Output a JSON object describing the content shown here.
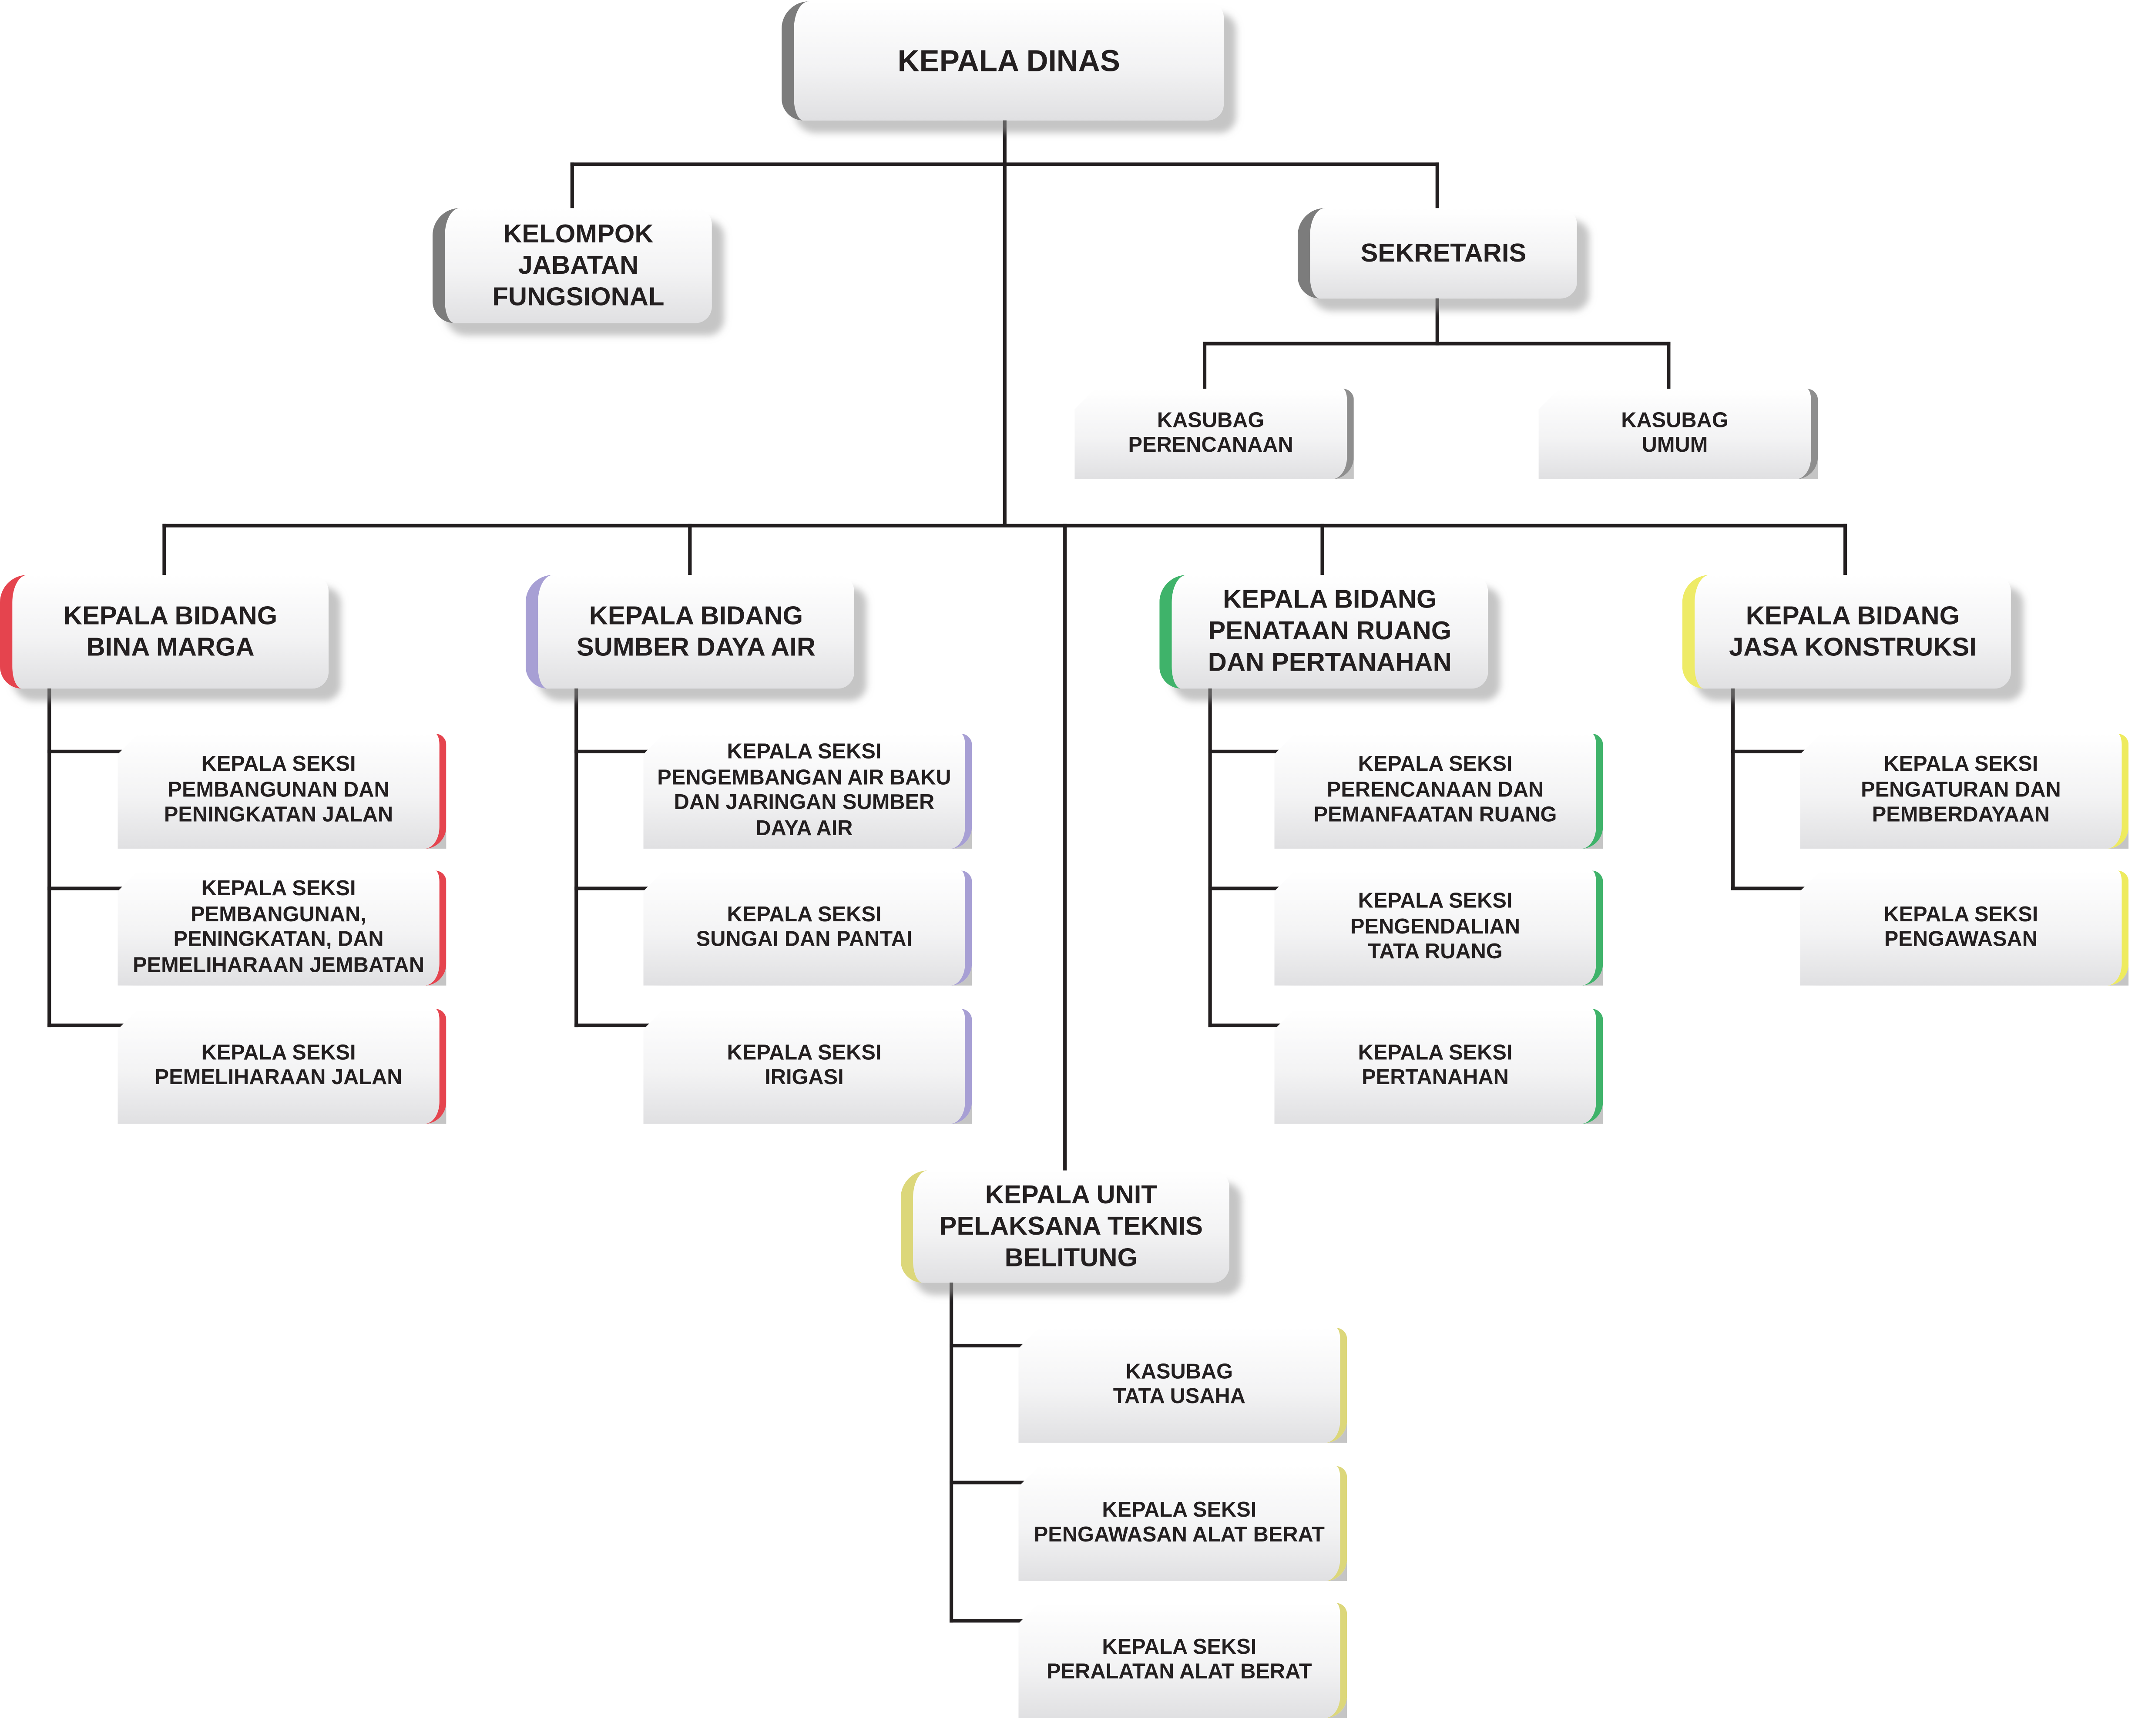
{
  "org_chart": {
    "kepala_dinas": "KEPALA DINAS",
    "kelompok_jabatan_fungsional": "KELOMPOK\nJABATAN\nFUNGSIONAL",
    "sekretaris": "SEKRETARIS",
    "kasubag_perencanaan": "KASUBAG\nPERENCANAAN",
    "kasubag_umum": "KASUBAG\nUMUM",
    "bidang_bina_marga": {
      "title": "KEPALA BIDANG\nBINA MARGA",
      "color": "#e5444e",
      "sections": [
        "KEPALA SEKSI\nPEMBANGUNAN DAN\nPENINGKATAN JALAN",
        "KEPALA SEKSI\nPEMBANGUNAN,\nPENINGKATAN, DAN\nPEMELIHARAAN JEMBATAN",
        "KEPALA SEKSI\nPEMELIHARAAN JALAN"
      ]
    },
    "bidang_sumber_daya_air": {
      "title": "KEPALA BIDANG\nSUMBER DAYA AIR",
      "color": "#a79fd4",
      "sections": [
        "KEPALA SEKSI\nPENGEMBANGAN AIR BAKU\nDAN JARINGAN SUMBER\nDAYA AIR",
        "KEPALA SEKSI\nSUNGAI DAN PANTAI",
        "KEPALA SEKSI\nIRIGASI"
      ]
    },
    "bidang_penataan_ruang": {
      "title": "KEPALA BIDANG\nPENATAAN RUANG\nDAN PERTANAHAN",
      "color": "#3fb36a",
      "sections": [
        "KEPALA SEKSI\nPERENCANAAN DAN\nPEMANFAATAN RUANG",
        "KEPALA SEKSI\nPENGENDALIAN\nTATA RUANG",
        "KEPALA SEKSI\nPERTANAHAN"
      ]
    },
    "bidang_jasa_konstruksi": {
      "title": "KEPALA BIDANG\nJASA KONSTRUKSI",
      "color": "#eeeb66",
      "sections": [
        "KEPALA SEKSI\nPENGATURAN DAN\nPEMBERDAYAAN",
        "KEPALA SEKSI\nPENGAWASAN"
      ]
    },
    "upt_belitung": {
      "title": "KEPALA UNIT\nPELAKSANA TEKNIS\nBELITUNG",
      "color": "#dcd77a",
      "sections": [
        "KASUBAG\nTATA USAHA",
        "KEPALA SEKSI\nPENGAWASAN ALAT BERAT",
        "KEPALA SEKSI\nPERALATAN ALAT BERAT"
      ]
    }
  }
}
